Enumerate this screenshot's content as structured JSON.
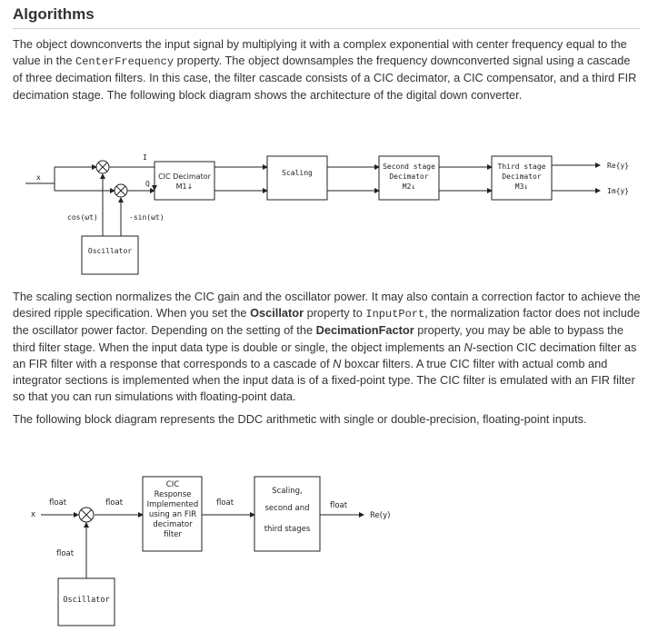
{
  "heading": "Algorithms",
  "para1": {
    "t1": "The object downconverts the input signal by multiplying it with a complex exponential with center frequency equal to the value in the ",
    "c1": "CenterFrequency",
    "t2": " property. The object downsamples the frequency downconverted signal using a cascade of three decimation filters. In this case, the filter cascade consists of a CIC decimator, a CIC compensator, and a third FIR decimation stage. The following block diagram shows the architecture of the digital down converter."
  },
  "diagram1": {
    "input": "x",
    "i_label": "I",
    "q_label": "Q",
    "cic": [
      "CIC Decimator",
      "M1↓"
    ],
    "scaling": "Scaling",
    "second": [
      "Second stage",
      "Decimator",
      "M2↓"
    ],
    "third": [
      "Third stage",
      "Decimator",
      "M3↓"
    ],
    "out_re": "Re{y}",
    "out_im": "Im{y}",
    "cos": "cos(ωt)",
    "sin": "-sin(ωt)",
    "oscillator": "Oscillator"
  },
  "para2": {
    "t1": "The scaling section normalizes the CIC gain and the oscillator power. It may also contain a correction factor to achieve the desired ripple specification. When you set the ",
    "b1": "Oscillator",
    "t2": " property to ",
    "c1": "InputPort",
    "t3": ", the normalization factor does not include the oscillator power factor. Depending on the setting of the ",
    "b2": "DecimationFactor",
    "t4": " property, you may be able to bypass the third filter stage. When the input data type is double or single, the object implements an ",
    "i1": "N",
    "t5": "-section CIC decimation filter as an FIR filter with a response that corresponds to a cascade of ",
    "i2": "N",
    "t6": " boxcar filters. A true CIC filter with actual comb and integrator sections is implemented when the input data is of a fixed-point type. The CIC filter is emulated with an FIR filter so that you can run simulations with floating-point data."
  },
  "para3": "The following block diagram represents the DDC arithmetic with single or double-precision, floating-point inputs.",
  "diagram2": {
    "input": "x",
    "float_in": "float",
    "float_mult": "float",
    "float_cic": "float",
    "float_scale": "float",
    "float_osc": "float",
    "cic": [
      "CIC",
      "Response",
      "Implemented",
      "using an FIR",
      "decimator",
      "filter"
    ],
    "scaling": [
      "Scaling,",
      "second and",
      "third stages"
    ],
    "output": "Re(y)",
    "oscillator": "Oscillator"
  }
}
